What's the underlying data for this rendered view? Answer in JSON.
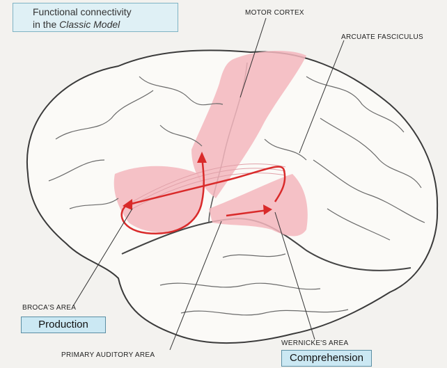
{
  "title": {
    "line1": "Functional connectivity",
    "line2_prefix": "in the ",
    "line2_italic": "Classic Model"
  },
  "labels": {
    "motor_cortex": "MOTOR CORTEX",
    "arcuate_fasciculus": "ARCUATE FASCICULUS",
    "brocas_area": "BROCA'S AREA",
    "primary_auditory_area": "PRIMARY AUDITORY AREA",
    "wernickes_area": "WERNICKE'S AREA"
  },
  "tags": {
    "production": "Production",
    "comprehension": "Comprehension"
  },
  "colors": {
    "highlight": "#f3b6bd",
    "arrow": "#d92a2a",
    "tag_fill": "#cbe8f3",
    "title_fill": "#dff0f5"
  }
}
